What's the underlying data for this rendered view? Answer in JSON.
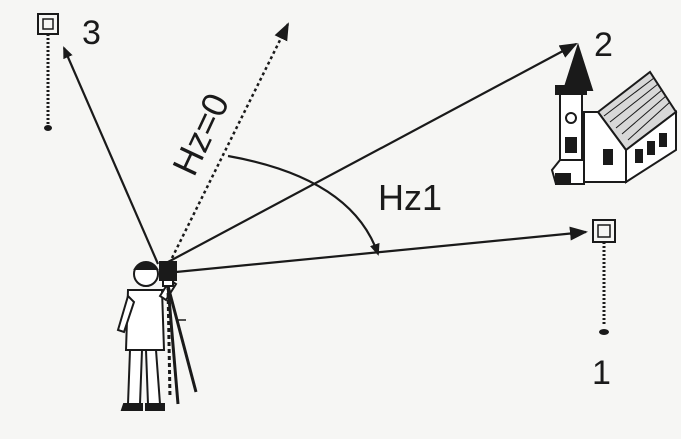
{
  "diagram": {
    "labels": {
      "target_3": "3",
      "target_2": "2",
      "target_1": "1",
      "reference_direction": "Hz=0",
      "angle": "Hz1"
    },
    "colors": {
      "ink": "#1a1a1a",
      "background": "#f6f6f4",
      "roof_fill": "#d8d8d8"
    },
    "icons": {
      "reflector_targets": "prism-target-icon",
      "church": "church-icon",
      "surveyor": "surveyor-icon",
      "instrument": "tripod-instrument-icon"
    }
  }
}
